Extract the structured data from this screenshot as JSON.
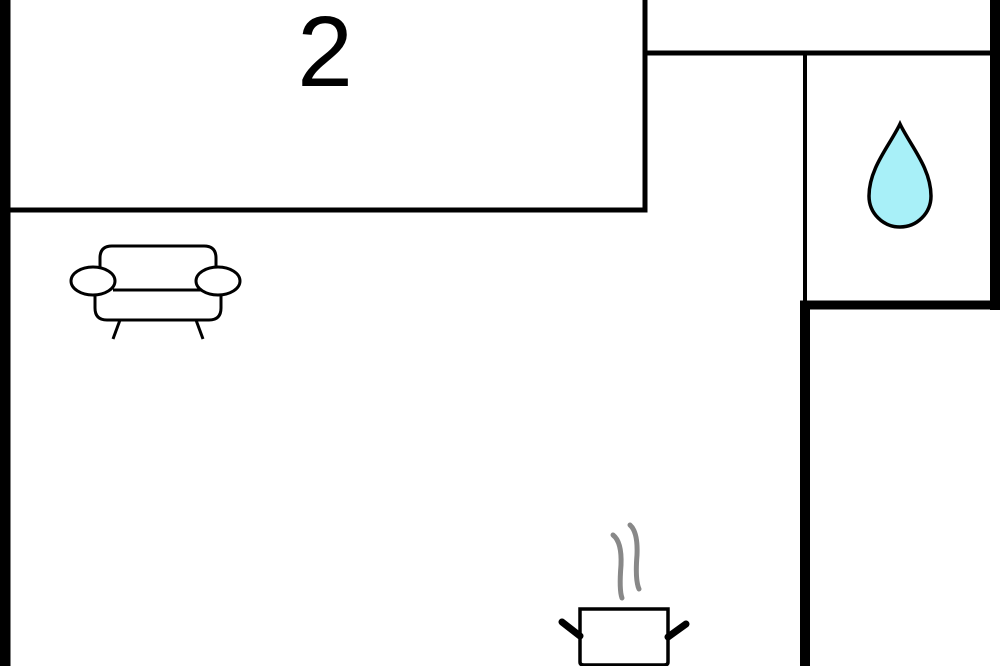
{
  "floorplan": {
    "rooms": [
      {
        "id": "bedroom",
        "label": "2"
      },
      {
        "id": "bathroom",
        "icon": "water-drop-icon"
      },
      {
        "id": "living-kitchen",
        "icons": [
          "sofa-icon",
          "cooking-pot-icon"
        ]
      }
    ]
  },
  "colors": {
    "walls": "#000000",
    "water": "#a8f0f8",
    "steam": "#888888"
  }
}
